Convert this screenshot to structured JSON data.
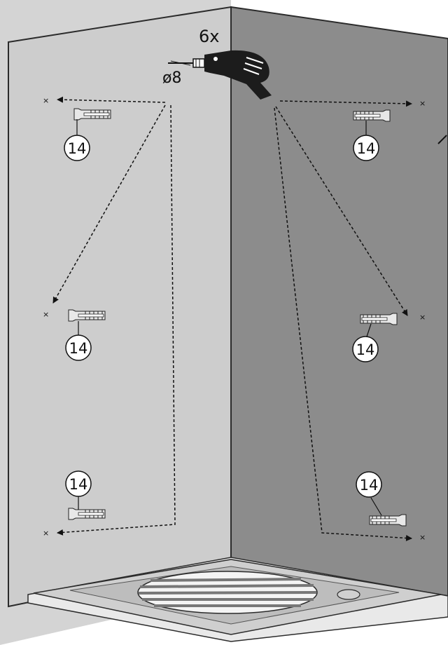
{
  "drill": {
    "quantity": "6x",
    "bit_diameter": "ø8",
    "icon": "drill-icon"
  },
  "callouts": {
    "left_top": "14",
    "left_middle": "14",
    "left_bottom": "14",
    "right_top": "14",
    "right_middle": "14",
    "right_bottom": "14"
  },
  "hole_marker": "×",
  "hole_count": 6,
  "colors": {
    "left_wall": "#cdcdcd",
    "right_wall": "#8c8c8c",
    "outline": "#2b2b2b",
    "tray": "#d8d8d8",
    "drain_grate": "#f2f2f2",
    "anchor": "#e6e6e6"
  }
}
